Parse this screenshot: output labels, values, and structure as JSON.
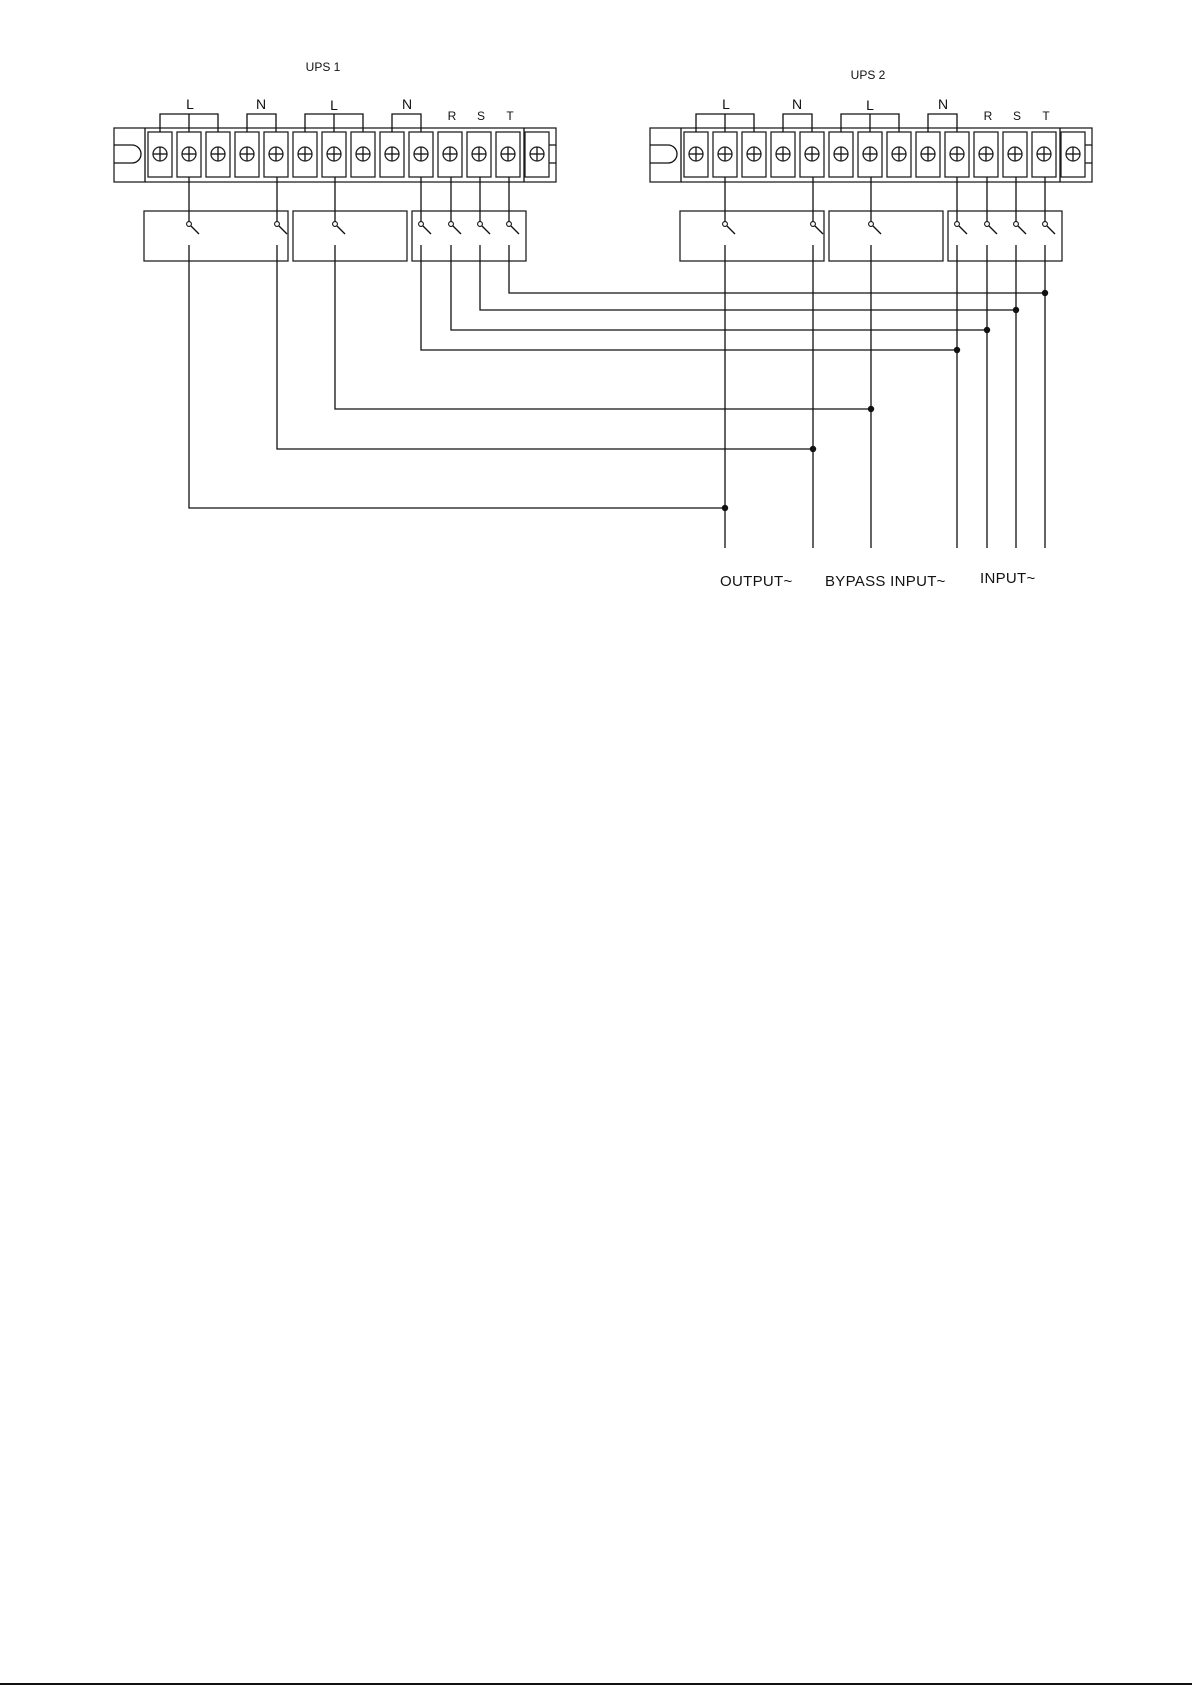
{
  "ups1": {
    "title": "UPS 1",
    "group_labels": [
      "L",
      "N",
      "L",
      "N"
    ],
    "phase_labels": [
      "R",
      "S",
      "T"
    ]
  },
  "ups2": {
    "title": "UPS 2",
    "group_labels": [
      "L",
      "N",
      "L",
      "N"
    ],
    "phase_labels": [
      "R",
      "S",
      "T"
    ]
  },
  "bus_labels": {
    "output": "OUTPUT~",
    "bypass_input": "BYPASS INPUT~",
    "input": "INPUT~"
  }
}
